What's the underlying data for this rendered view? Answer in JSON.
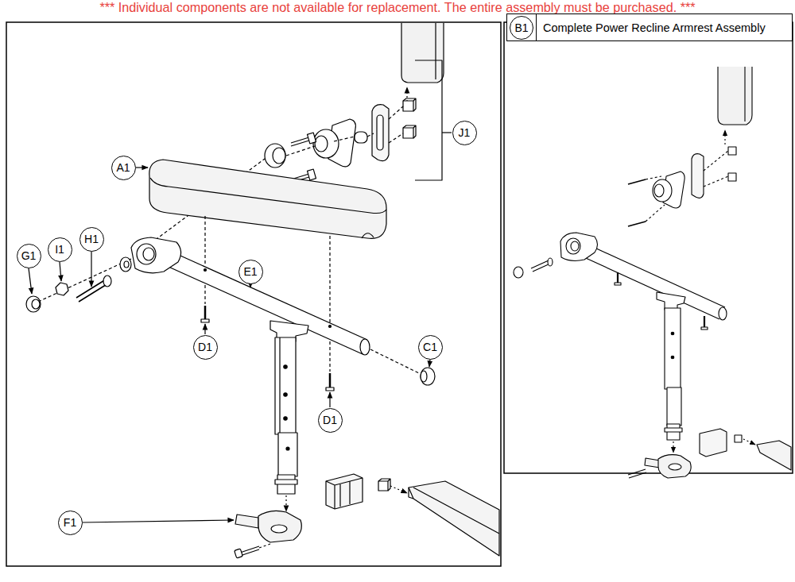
{
  "diagram": {
    "title": "*** Individual components are not available for replacement. The entire assembly must be purchased. ***",
    "nodes": [
      {
        "text": [
          "Complete Power Recline Armrest Assembly"
        ]
      },
      {
        "text": [
          "B1"
        ],
        "in": 0
      },
      {
        "text": [
          "J1"
        ]
      },
      {
        "text": [
          "A1"
        ]
      },
      {
        "text": [
          "H1"
        ]
      },
      {
        "text": [
          "I1"
        ]
      },
      {
        "text": [
          "G1"
        ]
      },
      {
        "text": [
          "E1"
        ]
      },
      {
        "text": [
          "D1"
        ]
      },
      {
        "text": [
          "C1"
        ]
      },
      {
        "text": [
          "D1"
        ]
      },
      {
        "text": [
          "F1"
        ]
      }
    ]
  }
}
